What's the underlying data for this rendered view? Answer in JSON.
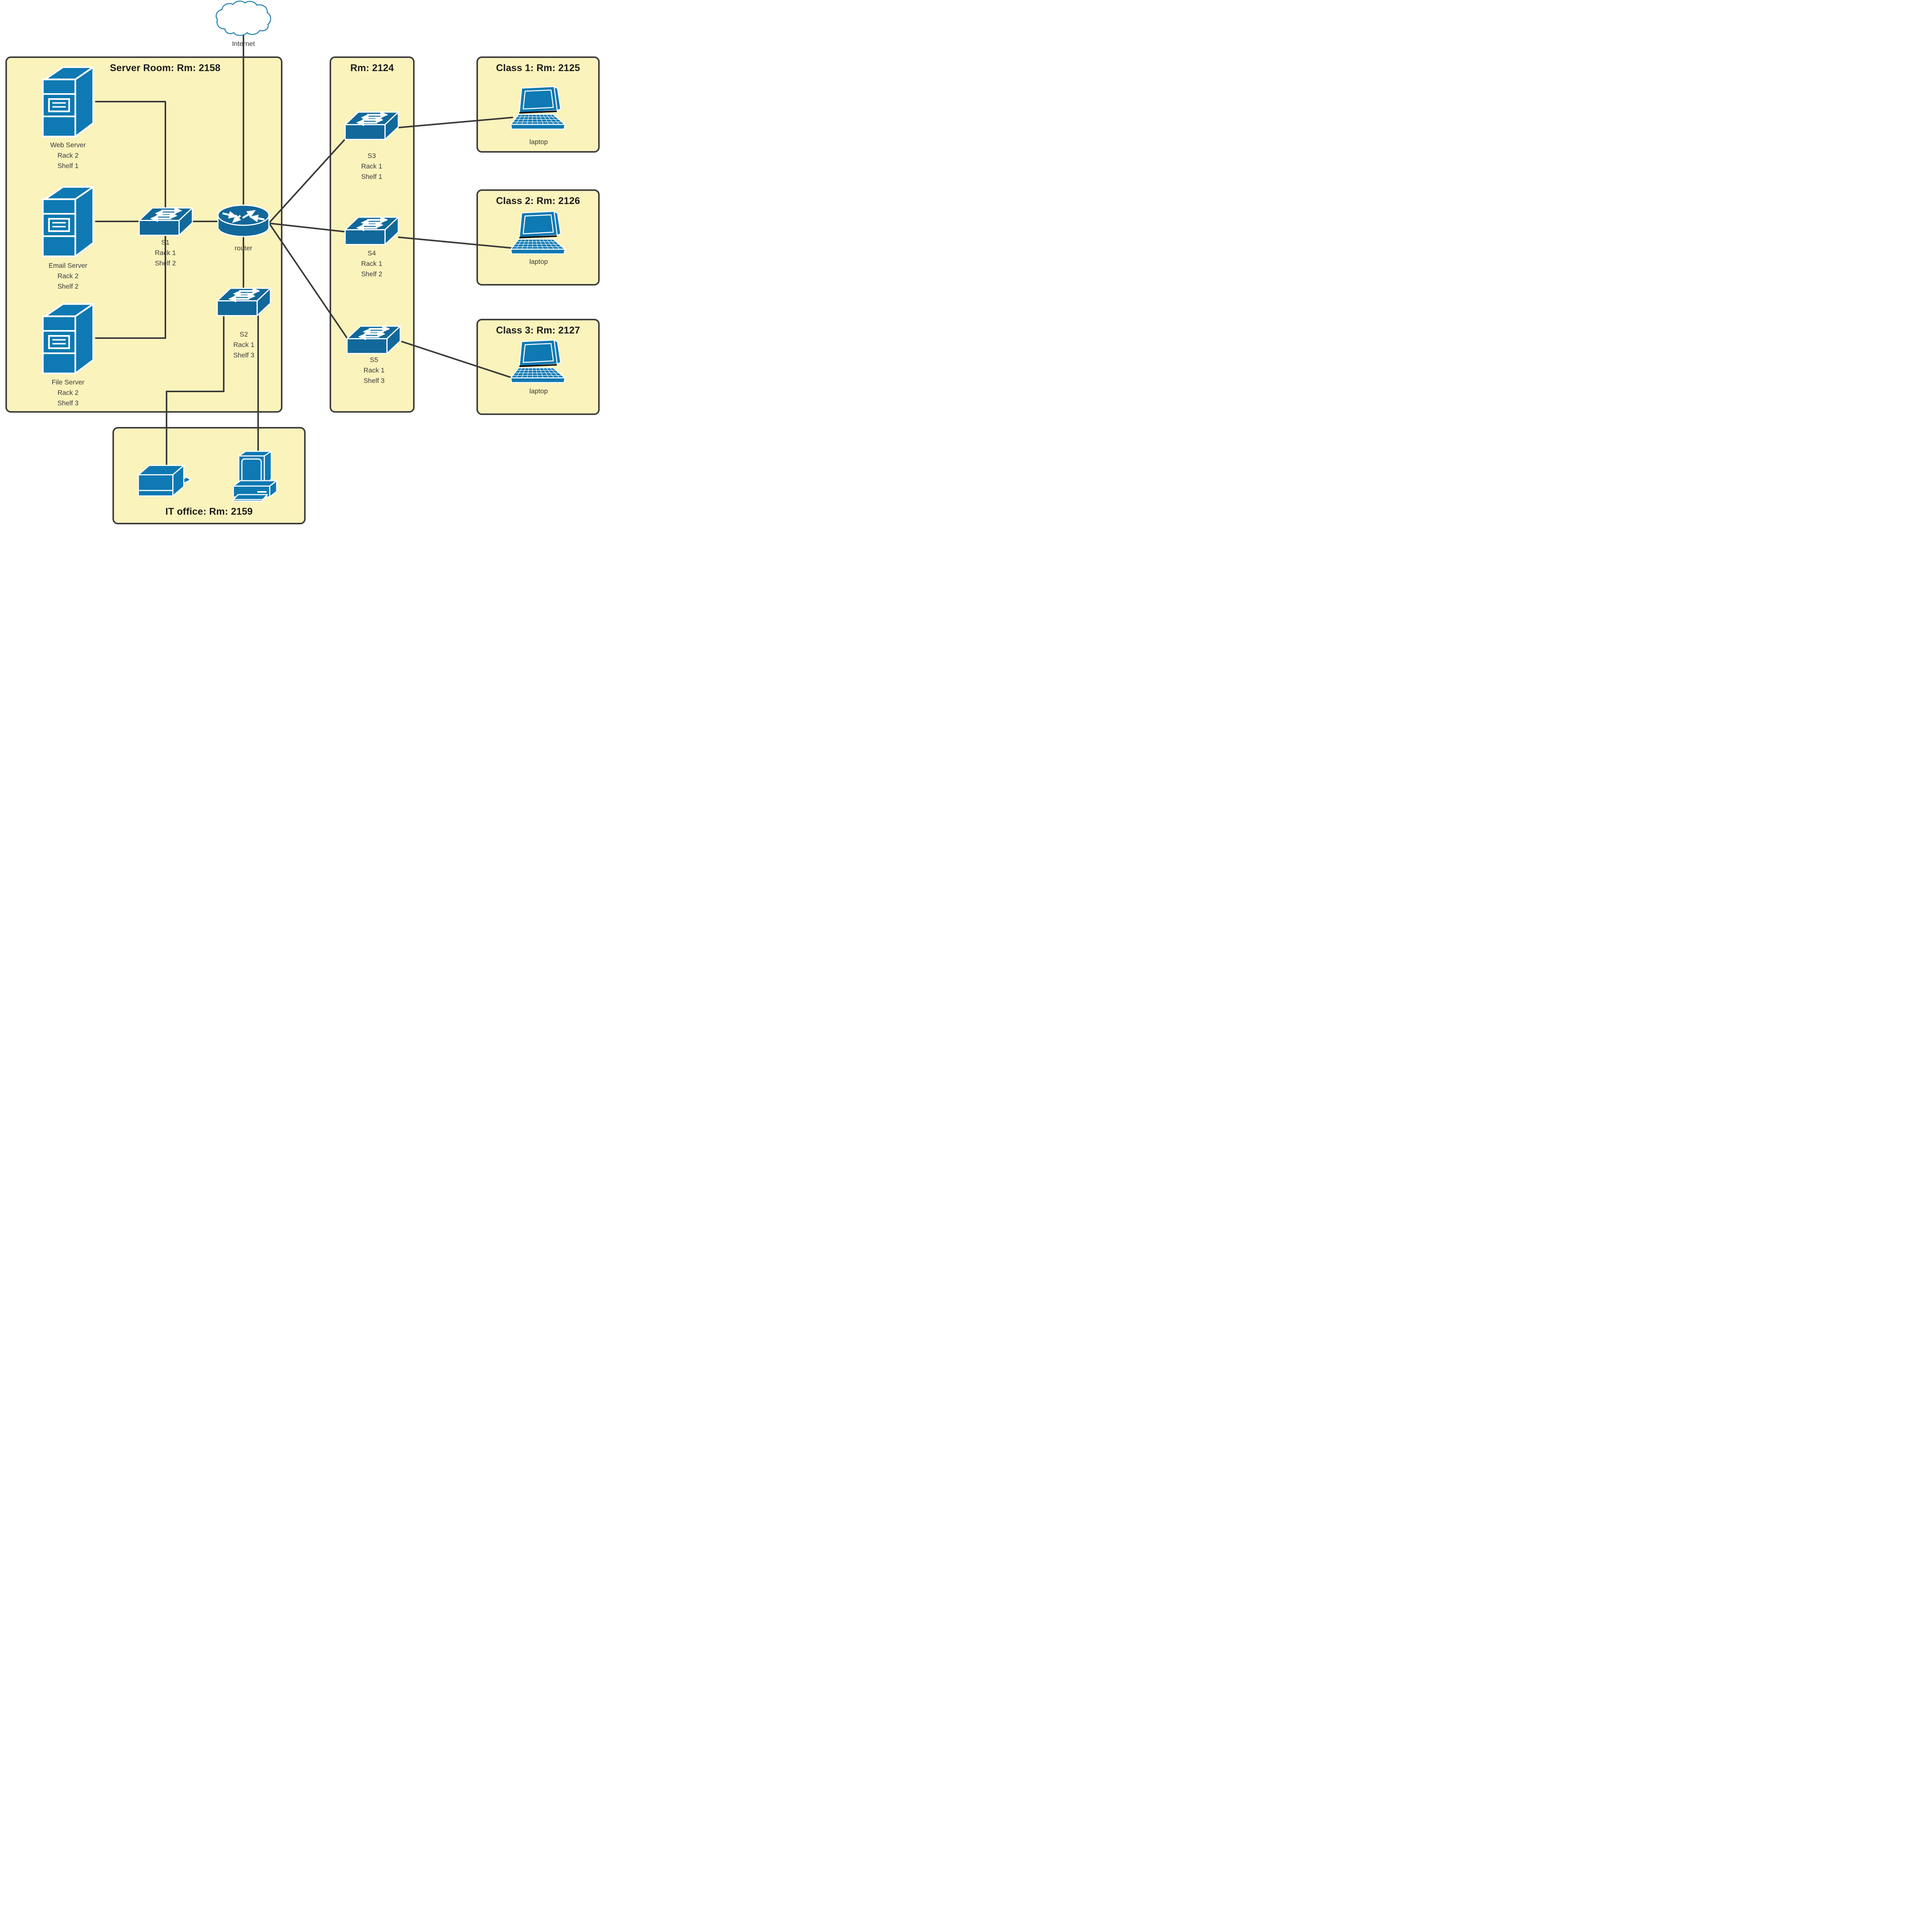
{
  "diagram": {
    "internet_label": "Internet",
    "rooms": {
      "server_room": {
        "title": "Server Room: Rm: 2158"
      },
      "room_2124": {
        "title": "Rm: 2124"
      },
      "class_1": {
        "title": "Class 1: Rm: 2125",
        "device_label": "laptop"
      },
      "class_2": {
        "title": "Class 2: Rm: 2126",
        "device_label": "laptop"
      },
      "class_3": {
        "title": "Class 3: Rm: 2127",
        "device_label": "laptop"
      },
      "it_office": {
        "title": "IT office: Rm: 2159"
      }
    },
    "devices": {
      "web_server": {
        "name": "Web Server",
        "rack": "Rack 2",
        "shelf": "Shelf 1"
      },
      "email_server": {
        "name": "Email Server",
        "rack": "Rack 2",
        "shelf": "Shelf 2"
      },
      "file_server": {
        "name": "File Server",
        "rack": "Rack 2",
        "shelf": "Shelf 3"
      },
      "switch_s1": {
        "name": "S1",
        "rack": "Rack 1",
        "shelf": "Shelf 2"
      },
      "switch_s2": {
        "name": "S2",
        "rack": "Rack 1",
        "shelf": "Shelf 3"
      },
      "switch_s3": {
        "name": "S3",
        "rack": "Rack 1",
        "shelf": "Shelf 1"
      },
      "switch_s4": {
        "name": "S4",
        "rack": "Rack 1",
        "shelf": "Shelf 2"
      },
      "switch_s5": {
        "name": "S5",
        "rack": "Rack 1",
        "shelf": "Shelf 3"
      },
      "router": {
        "name": "router"
      }
    },
    "colors": {
      "room_fill": "#FBF3BC",
      "room_border": "#3F3F3F",
      "device_blue": "#0E79B2",
      "network_blue": "#11689A",
      "connector": "#3A3A3A",
      "cloud_stroke": "#1F7EAD",
      "label_text": "#3A3A3A",
      "title_text": "#1A1A1A"
    }
  }
}
